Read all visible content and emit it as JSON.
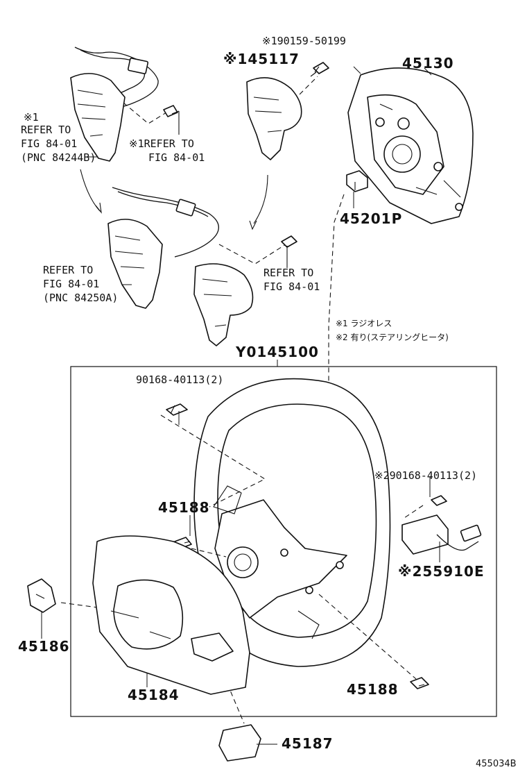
{
  "notes": {
    "line1": "※1 ラジオレス",
    "line2": "※2 有り(ステアリングヒータ)"
  },
  "labels": {
    "p190159": "※190159-50199",
    "p45117": "※145117",
    "p45130": "45130",
    "p45201p": "45201P",
    "refer_top_left_1": "※1",
    "refer_top_left_2": "REFER TO",
    "refer_top_left_3": "FIG 84-01",
    "refer_top_left_4": "(PNC 84244B)",
    "refer_top_mid_1": "※1REFER TO",
    "refer_top_mid_2": "FIG 84-01",
    "refer_mid_left_1": "REFER TO",
    "refer_mid_left_2": "FIG 84-01",
    "refer_mid_left_3": "(PNC 84250A)",
    "refer_mid_right_1": "REFER TO",
    "refer_mid_right_2": "FIG 84-01",
    "assembly": "Y0145100",
    "p90168_a": "90168-40113(2)",
    "p90168_b": "※290168-40113(2)",
    "p45188_a": "45188",
    "p55910e": "※255910E",
    "p45186": "45186",
    "p45184": "45184",
    "p45188_b": "45188",
    "p45187": "45187",
    "figure_code": "455034B"
  }
}
